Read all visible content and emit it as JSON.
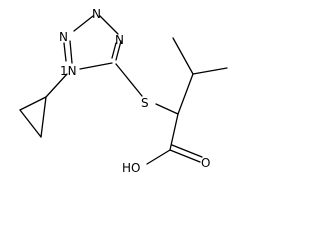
{
  "molecule": {
    "atoms": {
      "n1": "N",
      "n2": "N",
      "n3": "N",
      "n4": "N",
      "s": "S",
      "oh": "HO",
      "o": "O"
    },
    "locant": "1",
    "line_color": "#000000",
    "background_color": "#ffffff"
  }
}
